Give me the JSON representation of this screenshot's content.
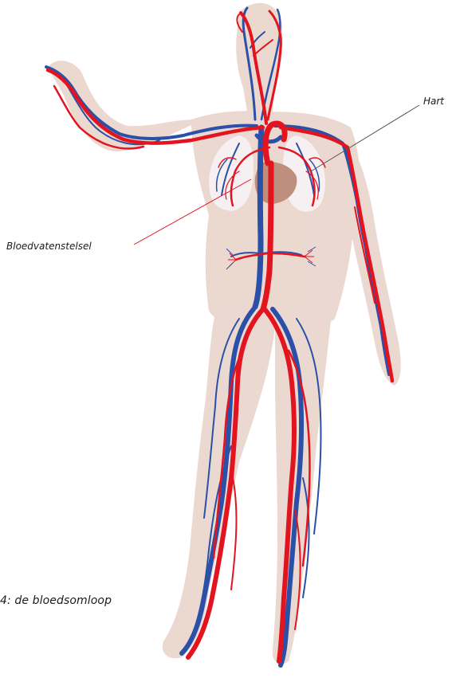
{
  "labels": {
    "heart": "Hart",
    "vessel_system": "Bloedvatenstelsel"
  },
  "caption": "4: de bloedsomloop",
  "colors": {
    "artery": "#e2141f",
    "vein": "#2b50a8",
    "body": "#e8d2c8",
    "lungs": "#f6f0f2",
    "heart_area": "#bf8f7d",
    "leader_line": "#555555"
  }
}
